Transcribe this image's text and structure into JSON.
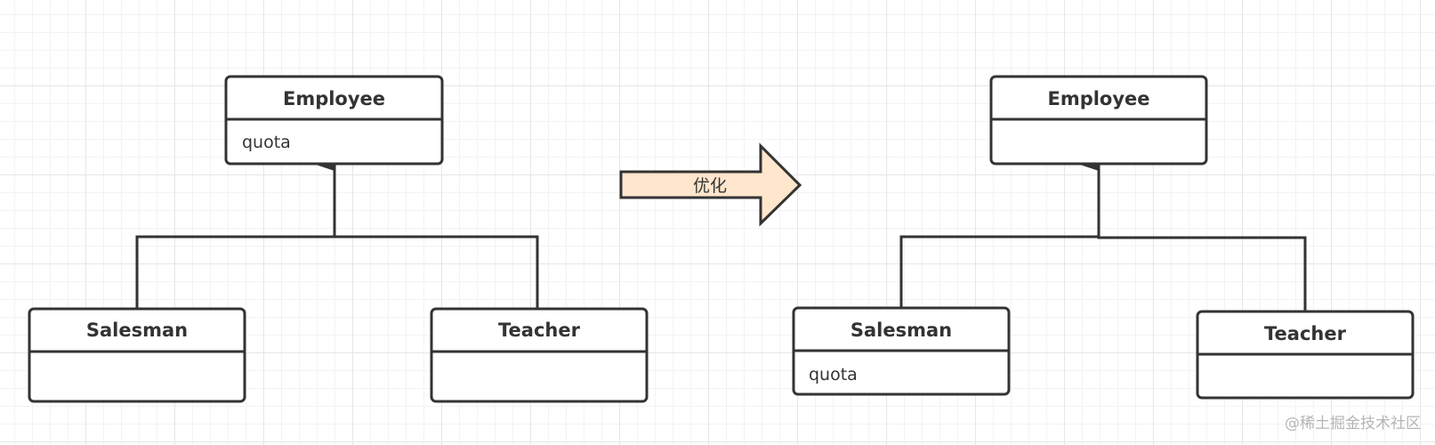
{
  "colors": {
    "stroke": "#333333",
    "box_fill": "#ffffff",
    "arrow_fill": "#ffe6cc",
    "arrow_stroke": "#333333",
    "watermark": "#b5b5b5"
  },
  "before": {
    "superclass": {
      "name": "Employee",
      "attribute": "quota"
    },
    "subclass_left": {
      "name": "Salesman",
      "attribute": ""
    },
    "subclass_right": {
      "name": "Teacher",
      "attribute": ""
    }
  },
  "transform": {
    "label": "优化",
    "icon": "block-arrow-right"
  },
  "after": {
    "superclass": {
      "name": "Employee",
      "attribute": ""
    },
    "subclass_left": {
      "name": "Salesman",
      "attribute": "quota"
    },
    "subclass_right": {
      "name": "Teacher",
      "attribute": ""
    }
  },
  "watermark": "@稀土掘金技术社区"
}
